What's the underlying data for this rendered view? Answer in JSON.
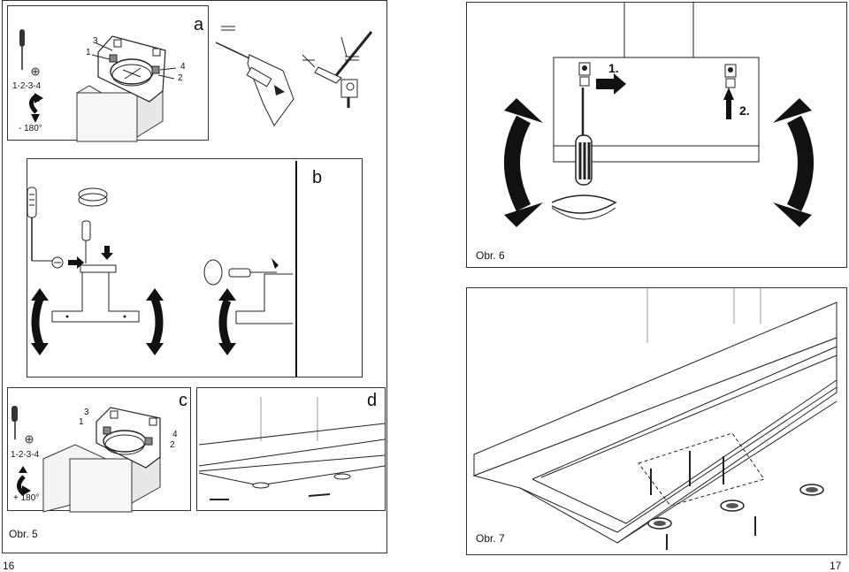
{
  "left_page": {
    "page_number": "16",
    "caption": "Obr. 5",
    "panel_a": {
      "letter": "a",
      "callouts": [
        "1",
        "2",
        "3",
        "4"
      ],
      "screw_sequence": "1-2-3-4",
      "rotation": "- 180°",
      "level_mark": "="
    },
    "panel_b": {
      "letter": "b"
    },
    "panel_c": {
      "letter": "c",
      "callouts": [
        "1",
        "2",
        "3",
        "4"
      ],
      "screw_sequence": "1-2-3-4",
      "rotation": "+ 180°"
    },
    "panel_d": {
      "letter": "d"
    }
  },
  "right_page": {
    "page_number": "17",
    "fig6": {
      "caption": "Obr. 6",
      "step1": "1.",
      "step2": "2."
    },
    "fig7": {
      "caption": "Obr. 7"
    }
  }
}
